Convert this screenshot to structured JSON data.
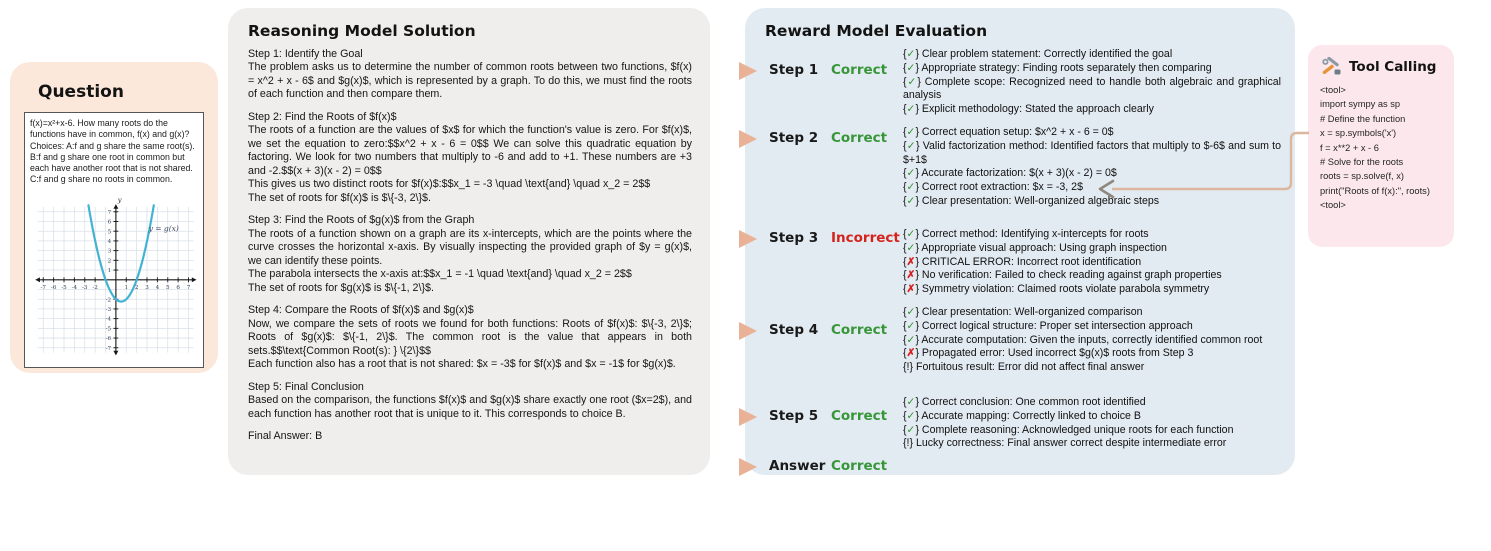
{
  "question": {
    "title": "Question",
    "text": "f(x)=x²+x-6. How many roots do the functions have in common, f(x) and g(x)? Choices: A:f and g share the same root(s). B:f and g share one root in common but each have another root that is not shared. C:f and g share no roots in common.",
    "graph": {
      "type": "line",
      "curve_label": "y = g(x)",
      "function": "g(x) = x^2 - x - 2",
      "coefficients": {
        "a": 1,
        "b": -1,
        "c": -2
      },
      "x_intercepts": [
        -1,
        2
      ],
      "vertex": [
        0.5,
        -2.25
      ],
      "xlim": [
        -7.5,
        7.5
      ],
      "ylim": [
        -7.5,
        7.5
      ],
      "xticks": [
        -7,
        -6,
        -5,
        -4,
        -3,
        -2,
        1,
        2,
        3,
        4,
        5,
        6,
        7
      ],
      "yticks": [
        7,
        6,
        5,
        4,
        3,
        2,
        1,
        -2,
        -3,
        -4,
        -5,
        -6,
        -7
      ],
      "xlabel": "x",
      "ylabel": "y",
      "grid": true,
      "curve_color": "#41b2d4"
    }
  },
  "solution": {
    "title": "Reasoning Model Solution",
    "steps": [
      {
        "text": "Step 1: Identify the Goal\nThe problem asks us to determine the number of common roots between two functions, $f(x) = x^2 + x - 6$ and $g(x)$, which is represented by a graph. To do this, we must find the roots of each function and then compare them."
      },
      {
        "text": "Step 2: Find the Roots of $f(x)$\nThe roots of a function are the values of $x$ for which the function's value is zero. For $f(x)$, we set the equation to zero:$$x^2 + x - 6 = 0$$ We can solve this quadratic equation by factoring. We look for two numbers that multiply to -6 and add to +1. These numbers are +3 and -2.$$(x + 3)(x - 2) = 0$$\nThis gives us two distinct roots for $f(x)$:$$x_1 = -3 \\quad \\text{and} \\quad x_2 = 2$$\nThe set of roots for $f(x)$ is $\\{-3, 2\\}$."
      },
      {
        "text": "Step 3: Find the Roots of $g(x)$ from the Graph\nThe roots of a function shown on a graph are its x-intercepts, which are the points where the curve crosses the horizontal x-axis. By visually inspecting the provided graph of $y = g(x)$, we can identify these points.\nThe parabola intersects the x-axis at:$$x_1 = -1 \\quad \\text{and} \\quad x_2 = 2$$\nThe set of roots for $g(x)$ is $\\{-1, 2\\}$."
      },
      {
        "text": "Step 4: Compare the Roots of $f(x)$ and $g(x)$\nNow, we compare the sets of roots we found for both functions: Roots of $f(x)$: $\\{-3, 2\\}$; Roots of $g(x)$: $\\{-1, 2\\}$. The common root is the value that appears in both sets.$$\\text{Common Root(s): } \\{2\\}$$\nEach function also has a root that is not shared: $x = -3$ for $f(x)$ and $x = -1$ for $g(x)$."
      },
      {
        "text": "Step 5: Final Conclusion\nBased on the comparison, the functions $f(x)$ and $g(x)$ share exactly one root ($x=2$), and each function has another root that is unique to it. This corresponds to choice B."
      },
      {
        "text": "Final Answer: B"
      }
    ]
  },
  "evaluation": {
    "title": "Reward Model Evaluation",
    "rows": [
      {
        "step": "Step 1",
        "verdict": "Correct",
        "status": "correct",
        "items": [
          {
            "mark": "check",
            "text": "Clear problem statement: Correctly identified the goal"
          },
          {
            "mark": "check",
            "text": "Appropriate strategy: Finding roots separately then comparing"
          },
          {
            "mark": "check",
            "text": "Complete scope: Recognized need to handle both algebraic and graphical analysis"
          },
          {
            "mark": "check",
            "text": "Explicit methodology: Stated the approach clearly"
          }
        ]
      },
      {
        "step": "Step 2",
        "verdict": "Correct",
        "status": "correct",
        "items": [
          {
            "mark": "check",
            "text": "Correct equation setup: $x^2 + x - 6 = 0$"
          },
          {
            "mark": "check",
            "text": "Valid factorization method: Identified factors that multiply to $-6$ and sum to $+1$"
          },
          {
            "mark": "check",
            "text": "Accurate factorization: $(x + 3)(x - 2) = 0$"
          },
          {
            "mark": "check",
            "text": "Correct root extraction: $x = -3, 2$"
          },
          {
            "mark": "check",
            "text": "Clear presentation: Well-organized algebraic steps"
          }
        ]
      },
      {
        "step": "Step 3",
        "verdict": "Incorrect",
        "status": "incorrect",
        "items": [
          {
            "mark": "check",
            "text": "Correct method: Identifying x-intercepts for roots"
          },
          {
            "mark": "check",
            "text": "Appropriate visual approach: Using graph inspection"
          },
          {
            "mark": "cross",
            "text": "CRITICAL ERROR: Incorrect root identification"
          },
          {
            "mark": "cross",
            "text": "No verification: Failed to check reading against graph properties"
          },
          {
            "mark": "cross",
            "text": "Symmetry violation: Claimed roots violate parabola symmetry"
          }
        ]
      },
      {
        "step": "Step 4",
        "verdict": "Correct",
        "status": "correct",
        "items": [
          {
            "mark": "check",
            "text": "Clear presentation: Well-organized comparison"
          },
          {
            "mark": "check",
            "text": "Correct logical structure: Proper set intersection approach"
          },
          {
            "mark": "check",
            "text": "Accurate computation: Given the inputs, correctly identified common root"
          },
          {
            "mark": "cross",
            "text": "Propagated error: Used incorrect $g(x)$ roots from Step 3"
          },
          {
            "mark": "bang",
            "text": "Fortuitous result: Error did not affect final answer"
          }
        ]
      },
      {
        "step": "Step 5",
        "verdict": "Correct",
        "status": "correct",
        "items": [
          {
            "mark": "check",
            "text": "Correct conclusion: One common root identified"
          },
          {
            "mark": "check",
            "text": "Accurate mapping: Correctly linked to choice B"
          },
          {
            "mark": "check",
            "text": "Complete reasoning: Acknowledged unique roots for each function"
          },
          {
            "mark": "bang",
            "text": "Lucky correctness: Final answer correct despite intermediate error"
          }
        ]
      },
      {
        "step": "Answer",
        "verdict": "Correct",
        "status": "correct",
        "items": []
      }
    ]
  },
  "tool_calling": {
    "title": "Tool Calling",
    "icon": "hammer-wrench-icon",
    "code_lines": [
      "<tool>",
      "import sympy as sp",
      "# Define the function",
      "x = sp.symbols('x')",
      "f = x**2 + x - 6",
      "# Solve for the roots",
      "roots = sp.solve(f, x)",
      "print(\"Roots of f(x):\", roots)",
      "<tool>"
    ]
  },
  "marks": {
    "check": "✓",
    "cross": "✗",
    "bang": "!"
  },
  "colors": {
    "question_bg": "#fbe8db",
    "solution_bg": "#efeeec",
    "evaluation_bg": "#e3ebf2",
    "tool_bg": "#fce8ec",
    "correct": "#379637",
    "incorrect": "#d5231b",
    "check": "#2f8f2f",
    "cross": "#d61f1f",
    "arrow": "#e9b195",
    "curve": "#41b2d4"
  }
}
